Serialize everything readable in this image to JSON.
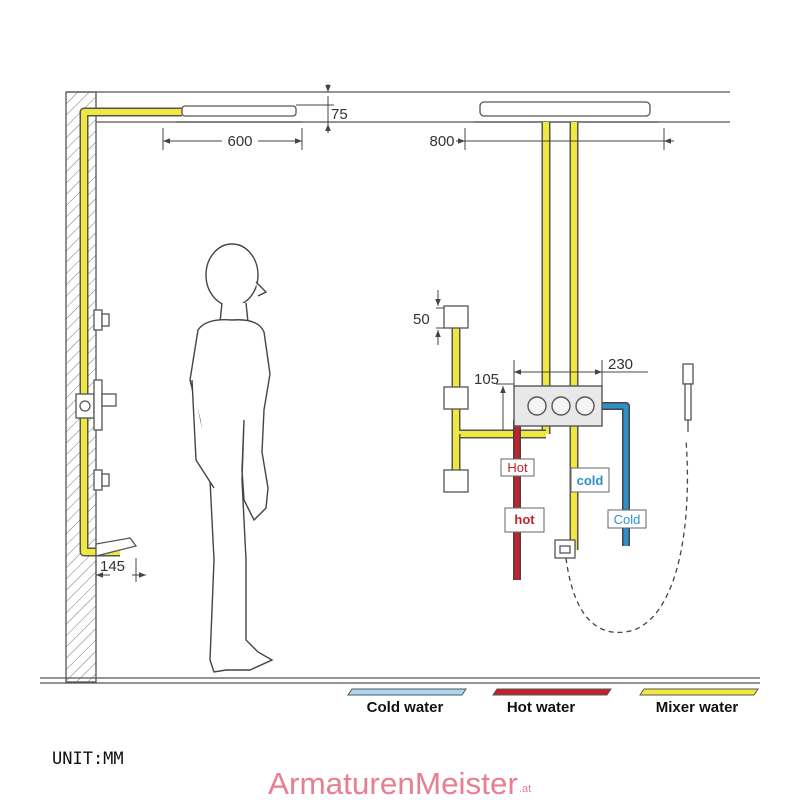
{
  "dimensions": {
    "ceiling_drop": "75",
    "left_head_width": "600",
    "right_head_width": "800",
    "jet_spacing": "50",
    "valve_offset": "105",
    "valve_width": "230",
    "spout_projection": "145"
  },
  "pipe_labels": {
    "hot_upper": "Hot",
    "hot_lower": "hot",
    "cold_upper": "cold",
    "cold_lower": "Cold"
  },
  "legend": {
    "cold": "Cold water",
    "hot": "Hot water",
    "mixer": "Mixer water"
  },
  "unit": "UNIT:MM",
  "watermark": {
    "text": "ArmaturenMeister",
    "suffix": ".at"
  },
  "colors": {
    "cold": "#2f8fc9",
    "cold_legend": "#a9d6f0",
    "hot": "#c4222b",
    "mixer": "#f1e83f",
    "outline": "#555555"
  }
}
